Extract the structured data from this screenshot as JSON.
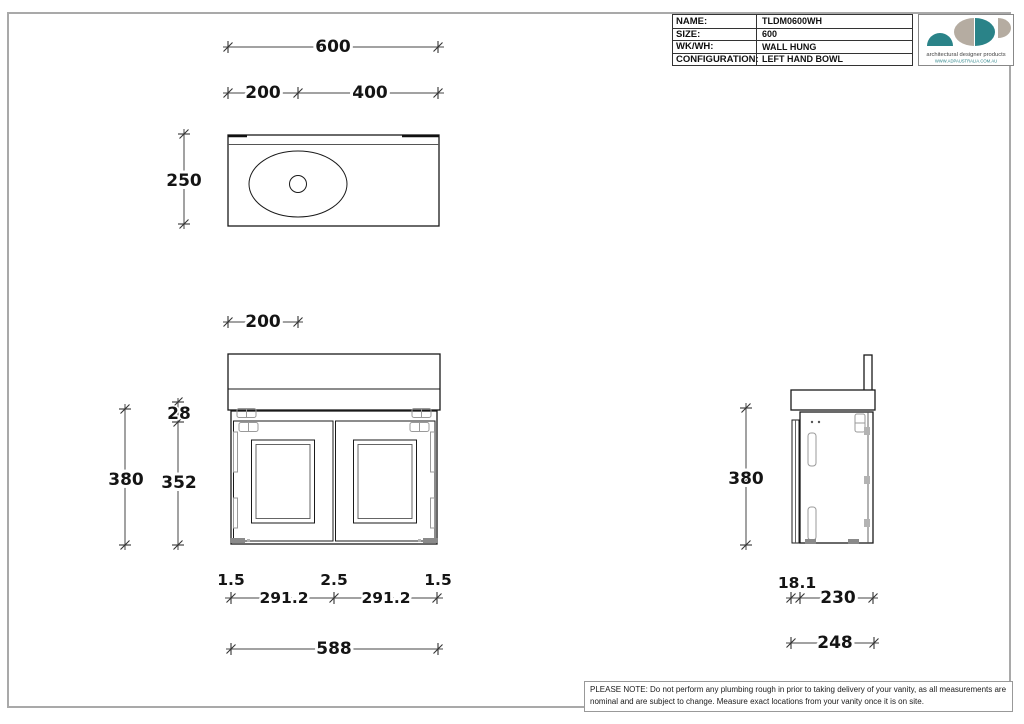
{
  "title_block": {
    "rows": [
      {
        "label": "NAME:",
        "value": "TLDM0600WH"
      },
      {
        "label": "SIZE:",
        "value": "600"
      },
      {
        "label": "WK/WH:",
        "value": "WALL HUNG"
      },
      {
        "label": "CONFIGURATION:",
        "value": "LEFT HAND BOWL"
      }
    ],
    "logo": {
      "tagline": "architectural designer products",
      "website": "WWW.ADPAUSTRALIA.COM.AU",
      "teal": "#2A8388",
      "beige": "#B5ACA1"
    }
  },
  "note": {
    "text": "PLEASE NOTE: Do not perform any plumbing rough in prior to taking delivery of your vanity, as all measurements are nominal and are subject to change. Measure exact locations from your vanity once it is on site."
  },
  "dims": {
    "top": {
      "overall": "600",
      "bowl_left": "200",
      "bowl_right": "400",
      "depth": "250"
    },
    "front": {
      "bowl_centre": "200",
      "height": "380",
      "top_rail": "28",
      "door_height": "352",
      "gap_left": "1.5",
      "gap_centre": "2.5",
      "gap_right": "1.5",
      "door_left": "291.2",
      "door_right": "291.2",
      "overall": "588"
    },
    "side": {
      "height": "380",
      "door_thickness": "18.1",
      "depth": "230",
      "overall": "248"
    }
  }
}
